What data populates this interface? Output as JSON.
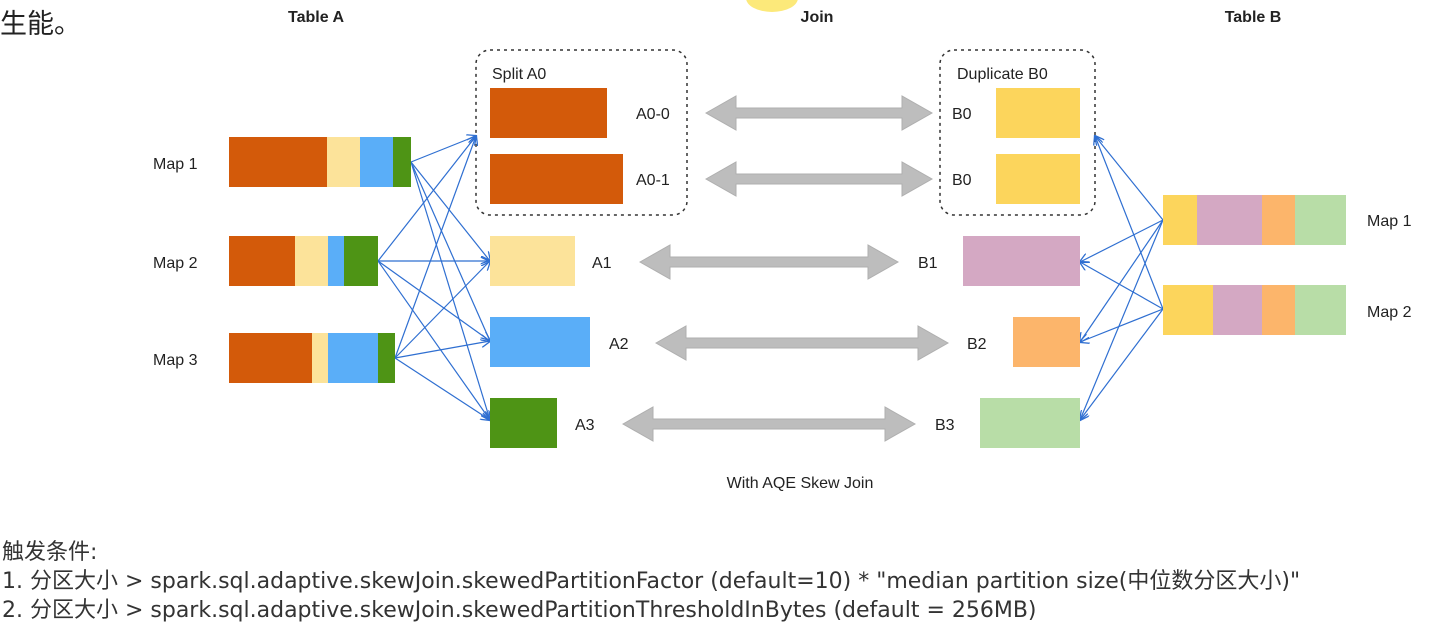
{
  "page_heading_fragment": "生能。",
  "diagram": {
    "headers": {
      "table_a": "Table A",
      "join": "Join",
      "table_b": "Table B"
    },
    "caption": "With AQE Skew Join",
    "colors": {
      "orange": "#D35A0A",
      "cream": "#FCE39A",
      "blue": "#5AAEF8",
      "green": "#4E9415",
      "yellow": "#FCD55C",
      "pink": "#D4A8C3",
      "peach": "#FCB56B",
      "mint": "#B8DDA7",
      "arrow_gray": "#BDBDBD",
      "connector_blue": "#2F6FD1"
    },
    "table_a_maps": [
      {
        "label": "Map 1",
        "segments": [
          "orange",
          "cream",
          "blue",
          "green"
        ]
      },
      {
        "label": "Map 2",
        "segments": [
          "orange",
          "cream",
          "blue",
          "green"
        ]
      },
      {
        "label": "Map 3",
        "segments": [
          "orange",
          "cream",
          "blue",
          "green"
        ]
      }
    ],
    "table_b_maps": [
      {
        "label": "Map 1",
        "segments": [
          "yellow",
          "pink",
          "peach",
          "mint"
        ]
      },
      {
        "label": "Map 2",
        "segments": [
          "yellow",
          "pink",
          "peach",
          "mint"
        ]
      }
    ],
    "split_group": {
      "label": "Split A0",
      "partitions": [
        "A0-0",
        "A0-1"
      ]
    },
    "duplicate_group": {
      "label": "Duplicate B0",
      "partitions": [
        "B0",
        "B0"
      ]
    },
    "a_partitions": [
      "A1",
      "A2",
      "A3"
    ],
    "b_partitions": [
      "B1",
      "B2",
      "B3"
    ]
  },
  "notes": {
    "title": "触发条件:",
    "rule1": "1. 分区大小 > spark.sql.adaptive.skewJoin.skewedPartitionFactor (default=10) * \"median partition size(中位数分区大小)\"",
    "rule2": "2. 分区大小 > spark.sql.adaptive.skewJoin.skewedPartitionThresholdInBytes (default = 256MB)"
  }
}
